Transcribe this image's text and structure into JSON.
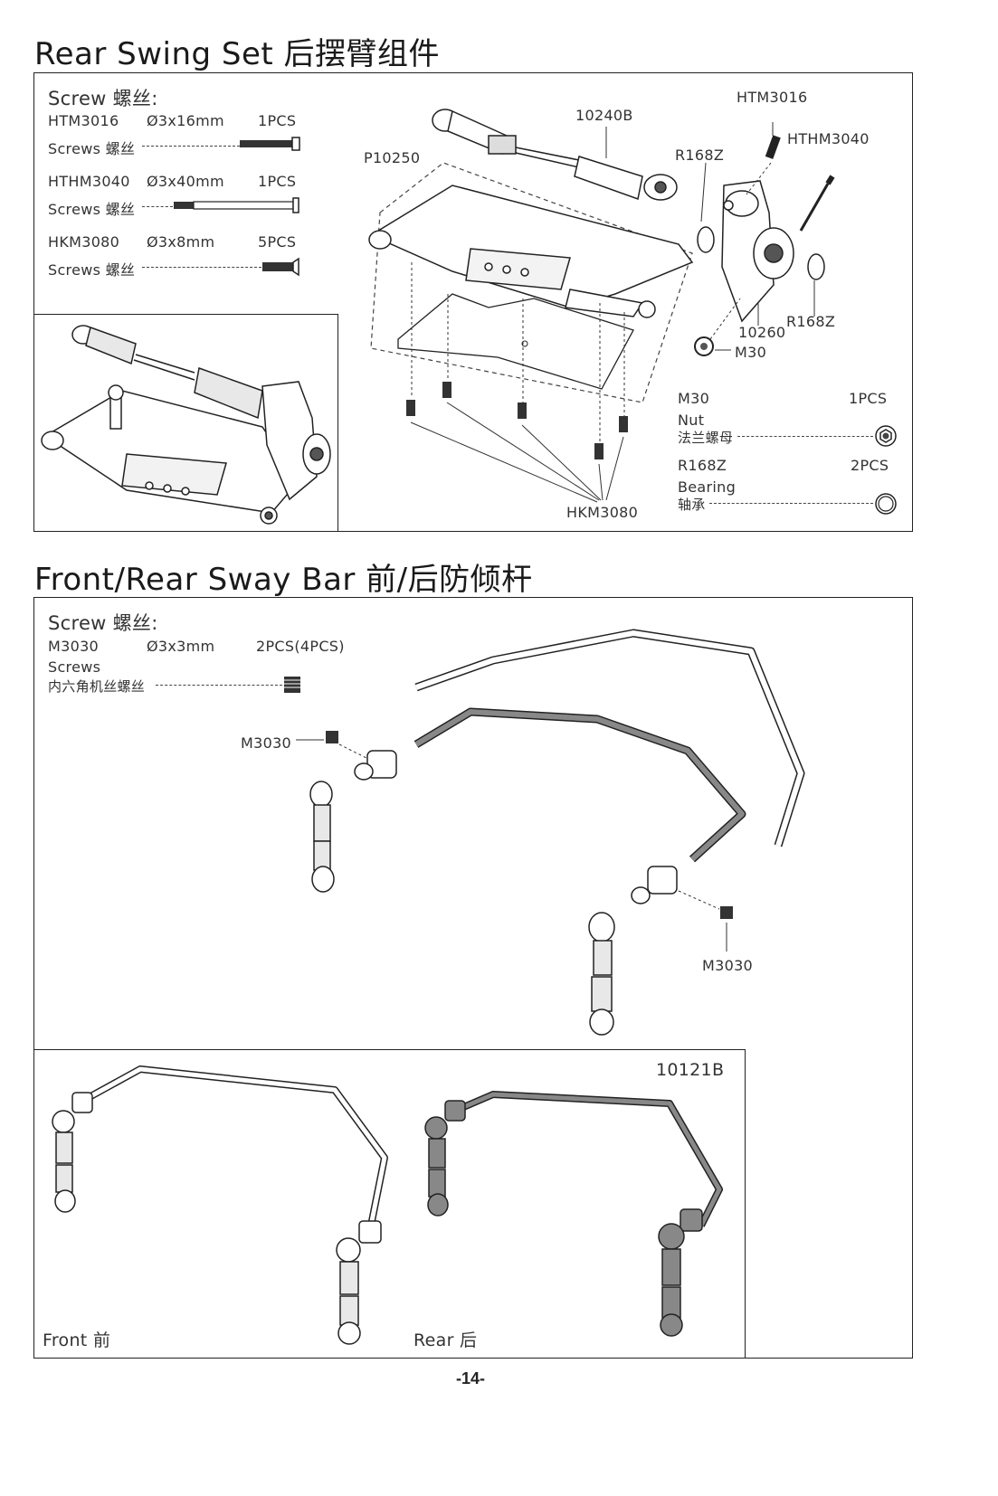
{
  "rear_swing": {
    "title": "Rear Swing Set 后摆臂组件",
    "screw_header": "Screw 螺丝:",
    "screws": [
      {
        "code": "HTM3016",
        "size": "Ø3x16mm",
        "qty": "1PCS",
        "desc": "Screws 螺丝"
      },
      {
        "code": "HTHM3040",
        "size": "Ø3x40mm",
        "qty": "1PCS",
        "desc": "Screws 螺丝"
      },
      {
        "code": "HKM3080",
        "size": "Ø3x8mm",
        "qty": "5PCS",
        "desc": "Screws 螺丝"
      }
    ],
    "callouts": {
      "p10250": "P10250",
      "c10240b": "10240B",
      "htm3016": "HTM3016",
      "hthm3040": "HTHM3040",
      "r168z_a": "R168Z",
      "r168z_b": "R168Z",
      "c10260": "10260",
      "m30": "M30",
      "hkm3080": "HKM3080"
    },
    "parts": [
      {
        "code": "M30",
        "qty": "1PCS",
        "name_en": "Nut",
        "name_cn": "法兰螺母"
      },
      {
        "code": "R168Z",
        "qty": "2PCS",
        "name_en": "Bearing",
        "name_cn": "轴承"
      }
    ]
  },
  "sway_bar": {
    "title": "Front/Rear Sway Bar 前/后防倾杆",
    "screw_header": "Screw 螺丝:",
    "screw": {
      "code": "M3030",
      "size": "Ø3x3mm",
      "qty": "2PCS(4PCS)",
      "desc_en": "Screws",
      "desc_cn": "内六角机丝螺丝"
    },
    "callouts": {
      "m3030_a": "M3030",
      "m3030_b": "M3030"
    },
    "inset": {
      "part": "10121B",
      "front": "Front 前",
      "rear": "Rear 后"
    }
  },
  "page_number": "-14-"
}
